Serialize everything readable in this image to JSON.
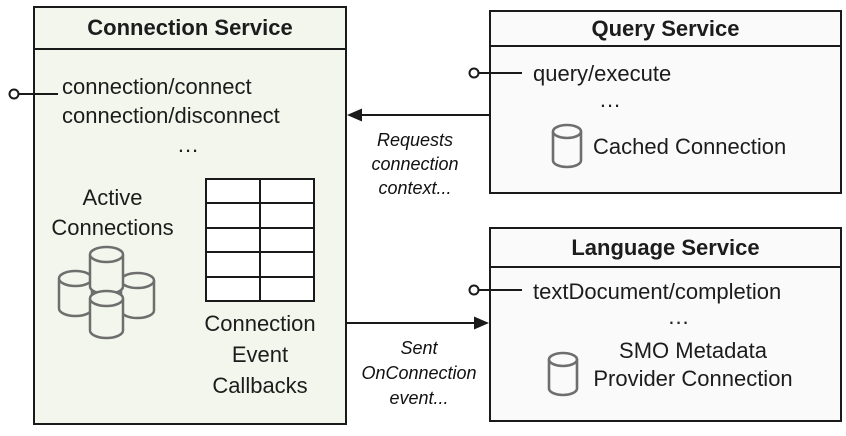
{
  "diagram": {
    "connection_service": {
      "title": "Connection Service",
      "endpoints": [
        "connection/connect",
        "connection/disconnect"
      ],
      "ellipsis": "...",
      "active_connections": [
        "Active",
        "Connections"
      ],
      "event_callbacks": [
        "Connection",
        "Event",
        "Callbacks"
      ]
    },
    "query_service": {
      "title": "Query Service",
      "endpoints": [
        "query/execute"
      ],
      "ellipsis": "...",
      "cached_connection": "Cached Connection"
    },
    "language_service": {
      "title": "Language Service",
      "endpoints": [
        "textDocument/completion"
      ],
      "ellipsis": "...",
      "smo_metadata": [
        "SMO Metadata",
        "Provider Connection"
      ]
    },
    "arrows": {
      "requests_label": [
        "Requests",
        "connection",
        "context..."
      ],
      "sent_label": [
        "Sent",
        "OnConnection",
        "event..."
      ]
    },
    "colors": {
      "connection_box_fill": "#f3f6ec",
      "service_box_fill": "#fafafb",
      "border": "#1a1a1a",
      "icon_stroke": "#6e6e6e"
    }
  }
}
